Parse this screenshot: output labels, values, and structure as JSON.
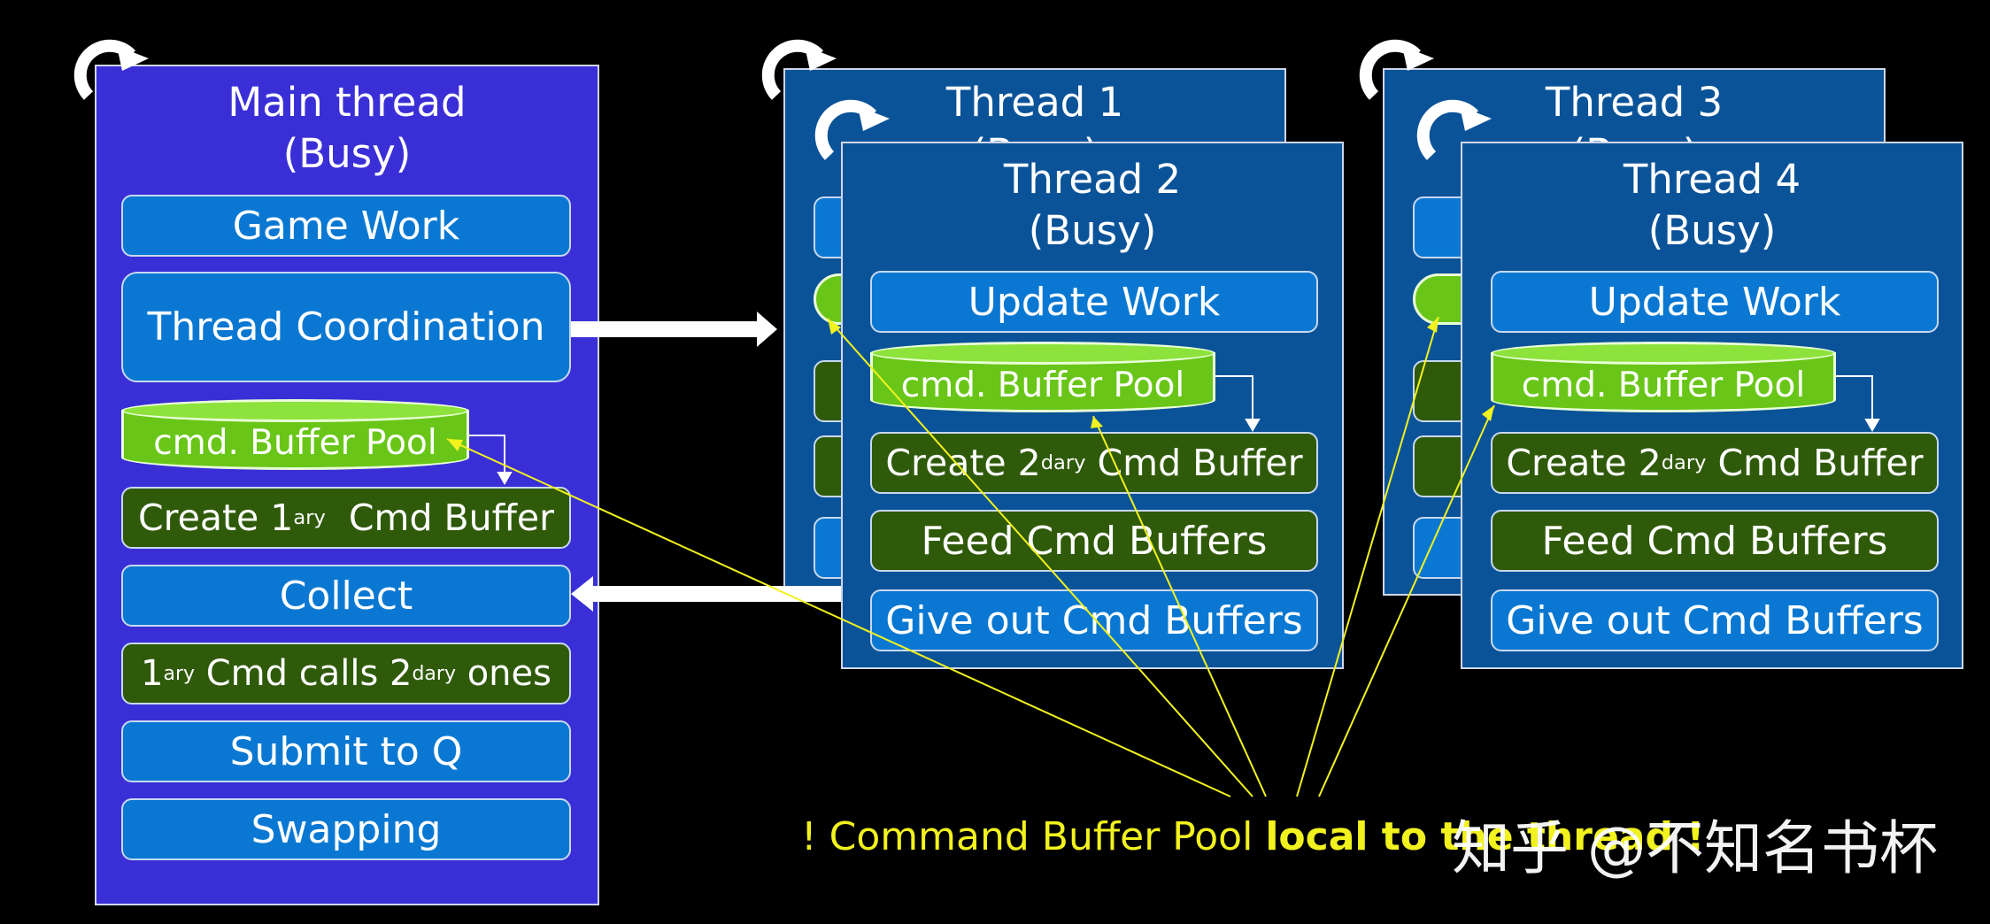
{
  "main": {
    "title_line1": "Main thread",
    "title_line2": "(Busy)",
    "game_work": "Game Work",
    "thread_coordination": "Thread Coordination",
    "pool": "cmd. Buffer Pool",
    "create_pre": "Create 1",
    "create_sup": "ary",
    "create_post": "  Cmd Buffer",
    "collect": "Collect",
    "calls_pre": "1",
    "calls_sup1": "ary",
    "calls_mid": " Cmd calls 2",
    "calls_sup2": "dary",
    "calls_post": " ones",
    "submit": "Submit to Q",
    "swapping": "Swapping"
  },
  "threads": [
    {
      "title_line1": "Thread 1",
      "title_line2": "(Busy)"
    },
    {
      "title_line1": "Thread 2",
      "title_line2": "(Busy)",
      "update": "Update Work",
      "pool": "cmd. Buffer Pool",
      "create_pre": "Create 2",
      "create_sup": "dary",
      "create_post": " Cmd Buffer",
      "feed": "Feed Cmd Buffers",
      "give": "Give out Cmd Buffers"
    },
    {
      "title_line1": "Thread 3",
      "title_line2": "(Busy)"
    },
    {
      "title_line1": "Thread 4",
      "title_line2": "(Busy)",
      "update": "Update Work",
      "pool": "cmd. Buffer Pool",
      "create_pre": "Create 2",
      "create_sup": "dary",
      "create_post": " Cmd Buffer",
      "feed": "Feed Cmd Buffers",
      "give": "Give out Cmd Buffers"
    }
  ],
  "note": {
    "prefix": "! Command Buffer Pool ",
    "bold": "local to the thread !"
  },
  "watermark": "知乎 @不知名书杯",
  "colors": {
    "background": "#000000",
    "main_panel": "#3a2fd6",
    "thread_panel": "#0b5398",
    "blue_box": "#0a78d2",
    "green_box": "#2f5a0a",
    "pool": "#69c618",
    "annotation": "#f2f21e"
  },
  "icons": [
    "cycle-icon",
    "arrow-right-icon",
    "arrow-left-icon"
  ]
}
